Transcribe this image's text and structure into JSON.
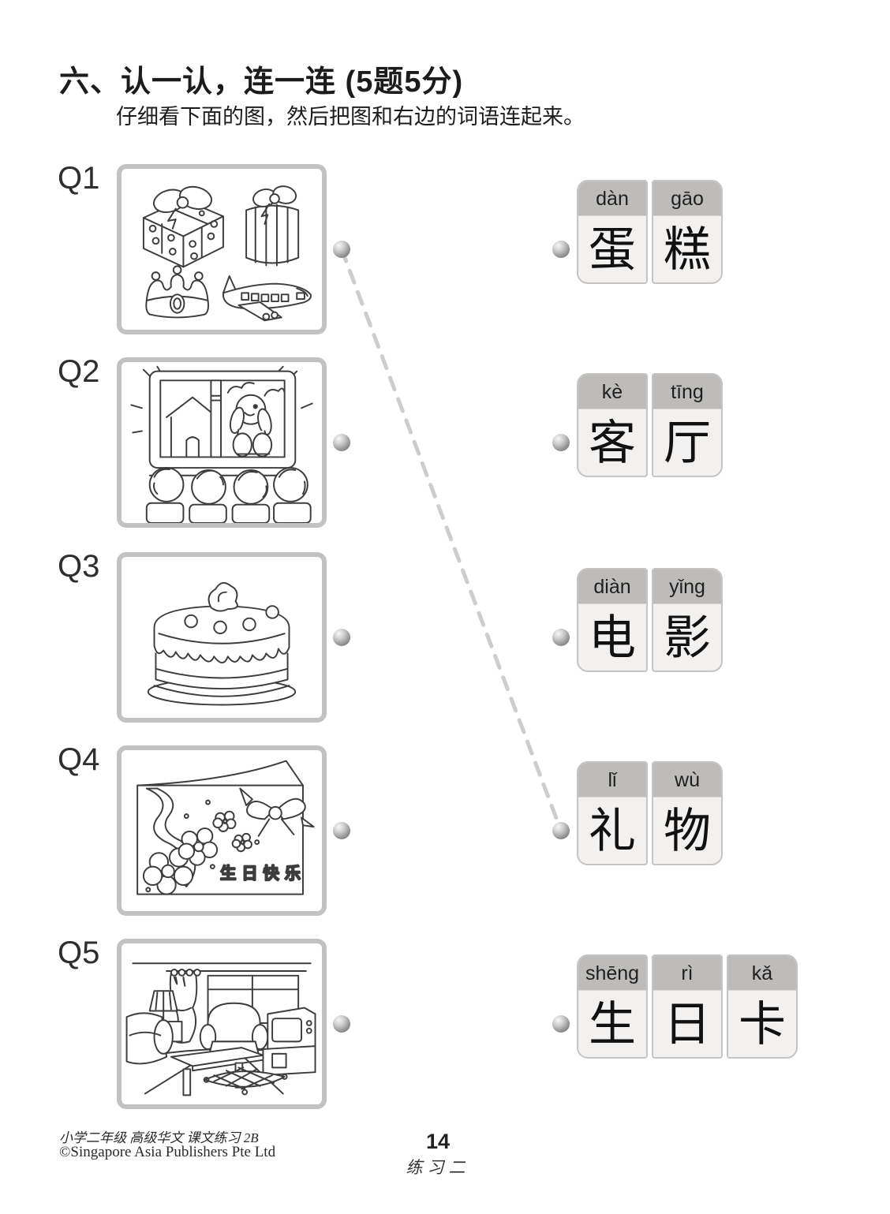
{
  "header": {
    "title": "六、认一认，连一连 (5题5分)",
    "instruction": "仔细看下面的图，然后把图和右边的词语连起来。"
  },
  "questions": [
    {
      "label": "Q1",
      "image": "gifts-crown-airplane-drawing"
    },
    {
      "label": "Q2",
      "image": "children-watching-movie-drawing"
    },
    {
      "label": "Q3",
      "image": "birthday-cake-drawing"
    },
    {
      "label": "Q4",
      "image": "birthday-card-drawing",
      "card_text": "生日快乐"
    },
    {
      "label": "Q5",
      "image": "living-room-drawing"
    }
  ],
  "answers": [
    {
      "word": "蛋糕",
      "syllables": [
        {
          "pinyin": "dàn",
          "hanzi": "蛋"
        },
        {
          "pinyin": "gāo",
          "hanzi": "糕"
        }
      ]
    },
    {
      "word": "客厅",
      "syllables": [
        {
          "pinyin": "kè",
          "hanzi": "客"
        },
        {
          "pinyin": "tīng",
          "hanzi": "厅"
        }
      ]
    },
    {
      "word": "电影",
      "syllables": [
        {
          "pinyin": "diàn",
          "hanzi": "电"
        },
        {
          "pinyin": "yǐng",
          "hanzi": "影"
        }
      ]
    },
    {
      "word": "礼物",
      "syllables": [
        {
          "pinyin": "lǐ",
          "hanzi": "礼"
        },
        {
          "pinyin": "wù",
          "hanzi": "物"
        }
      ]
    },
    {
      "word": "生日卡",
      "syllables": [
        {
          "pinyin": "shēng",
          "hanzi": "生"
        },
        {
          "pinyin": "rì",
          "hanzi": "日"
        },
        {
          "pinyin": "kǎ",
          "hanzi": "卡"
        }
      ]
    }
  ],
  "connection": {
    "from_dot": "question-1-dot",
    "to_dot": "answer-4-dot"
  },
  "footer": {
    "book_title": "小学二年级 高级华文 课文练习 2B",
    "copyright": "©Singapore Asia Publishers Pte Ltd",
    "page_number": "14",
    "exercise_label": "练习二"
  },
  "colors": {
    "card_header": "#bdbcba",
    "card_body": "#f2f1ef",
    "card_border": "#c6c4c2",
    "box_border": "#c2c2c2",
    "dash_line": "#cdcdcd",
    "dot_gray": "#8d8d8d"
  }
}
